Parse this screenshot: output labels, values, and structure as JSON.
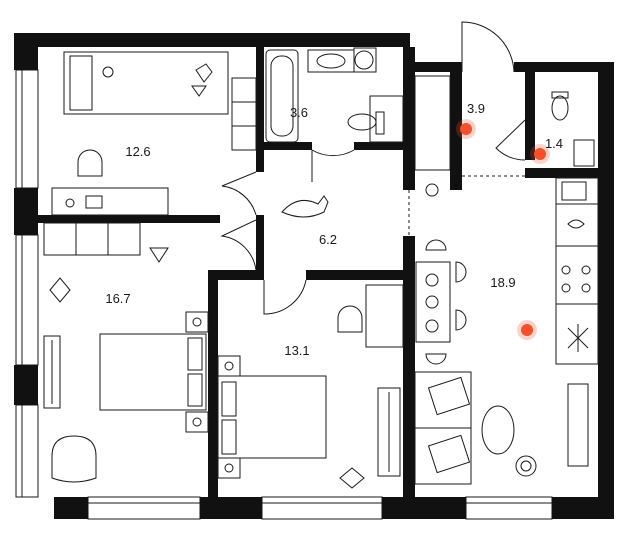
{
  "rooms": [
    {
      "id": "bedroom-top-left",
      "label": "12.6"
    },
    {
      "id": "bathroom",
      "label": "3.6"
    },
    {
      "id": "entrance-hall",
      "label": "3.9"
    },
    {
      "id": "toilet",
      "label": "1.4"
    },
    {
      "id": "corridor",
      "label": "6.2"
    },
    {
      "id": "bedroom-left",
      "label": "16.7"
    },
    {
      "id": "bedroom-middle",
      "label": "13.1"
    },
    {
      "id": "kitchen-living",
      "label": "18.9"
    }
  ],
  "markers": [
    {
      "id": "marker-entrance",
      "color": "#f4502a"
    },
    {
      "id": "marker-toilet",
      "color": "#f4502a"
    },
    {
      "id": "marker-kitchen",
      "color": "#f4502a"
    }
  ],
  "colors": {
    "wall": "#111111",
    "line": "#1a1a1a",
    "marker": "#f4502a",
    "background": "#ffffff"
  }
}
